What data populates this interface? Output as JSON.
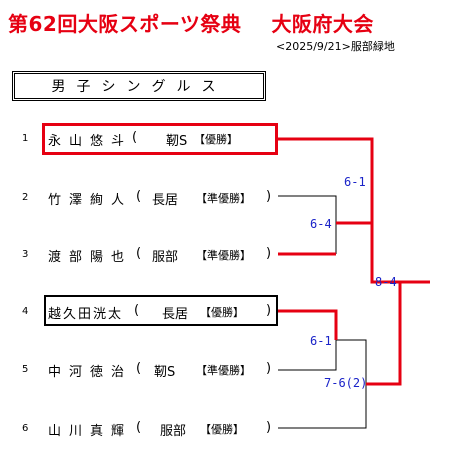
{
  "header": {
    "title_part1": "第62回大阪スポーツ祭典",
    "title_part2": "大阪府大会",
    "date_venue": "<2025/9/21>服部緑地"
  },
  "event": "男子シングルス",
  "players": [
    {
      "seed": "1",
      "name": "永山悠斗",
      "open": "(",
      "affiliation": "靭S",
      "result": "【優勝】",
      "close": ""
    },
    {
      "seed": "2",
      "name": "竹澤絢人",
      "open": "(",
      "affiliation": "長居",
      "result": "【準優勝】",
      "close": ")"
    },
    {
      "seed": "3",
      "name": "渡部陽也",
      "open": "(",
      "affiliation": "服部",
      "result": "【準優勝】",
      "close": ")"
    },
    {
      "seed": "4",
      "name": "越久田洸太",
      "open": "(",
      "affiliation": "長居",
      "result": "【優勝】",
      "close": ")"
    },
    {
      "seed": "5",
      "name": "中河徳治",
      "open": "(",
      "affiliation": "靭S",
      "result": "【準優勝】",
      "close": ")"
    },
    {
      "seed": "6",
      "name": "山川真輝",
      "open": "(",
      "affiliation": "服部",
      "result": "【優勝】",
      "close": ")"
    }
  ],
  "scores": {
    "r1_top": "6-1",
    "sf_top": "6-4",
    "final": "8-4",
    "r1_bottom": "6-1",
    "sf_bottom": "7-6(2)"
  },
  "colors": {
    "winner_line": "#e60012",
    "score_text": "#1a23c8",
    "title": "#e60012"
  }
}
